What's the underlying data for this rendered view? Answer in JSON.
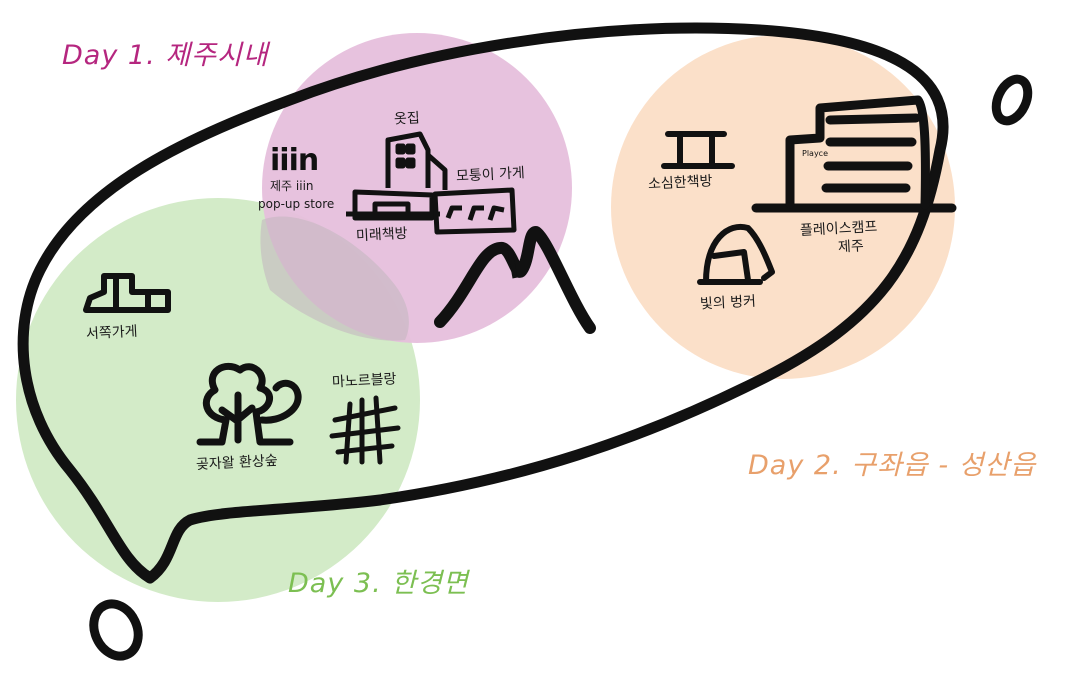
{
  "colors": {
    "day1": "#b5267f",
    "day2": "#e8a06b",
    "day3": "#7cbf52",
    "circle_pink": "#e6bfdc",
    "circle_orange": "#fbe0c9",
    "circle_green": "#d3ebc8",
    "stroke": "#111111"
  },
  "days": {
    "day1": "Day 1. 제주시내",
    "day2": "Day 2. 구좌읍 - 성산읍",
    "day3": "Day 3. 한경면"
  },
  "places": {
    "iiin_logo": "iiin",
    "iiin_line1": "제주 iiin",
    "iiin_line2": "pop-up store",
    "otjip": "옷집",
    "modungi": "모퉁이 가게",
    "mirae": "미래책방",
    "sosim": "소심한책방",
    "playce_sign": "Playce",
    "playce_line1": "플레이스캠프",
    "playce_line2": "제주",
    "bitui": "빛의 벙커",
    "seojjok": "서쪽가게",
    "gotjawal": "곶자왈 환상숲",
    "manoreu": "마노르블랑"
  },
  "icons": [
    "building-icon",
    "mountain-icon",
    "tree-icon",
    "shrub-icon",
    "bunker-icon",
    "shop-icon"
  ]
}
